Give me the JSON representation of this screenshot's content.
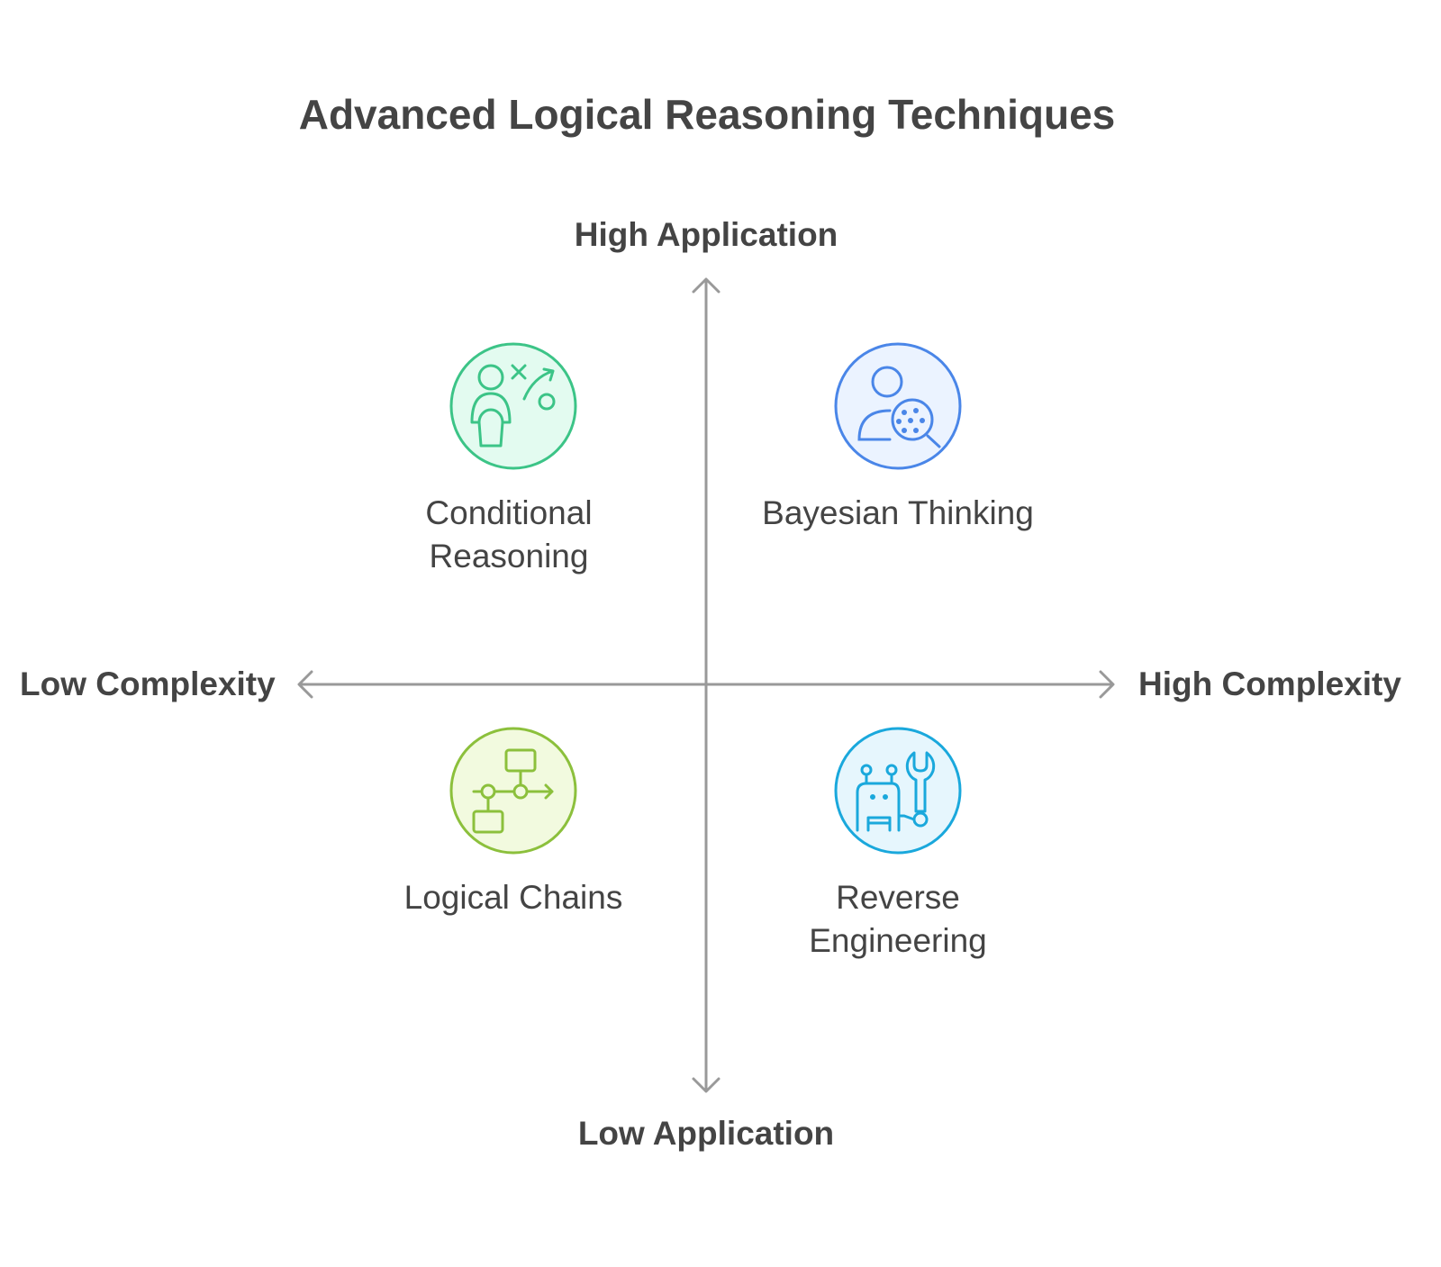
{
  "title": "Advanced Logical Reasoning Techniques",
  "axes": {
    "top": "High Application",
    "bottom": "Low Application",
    "left": "Low Complexity",
    "right": "High Complexity"
  },
  "quadrants": [
    {
      "label_lines": [
        "Conditional",
        "Reasoning"
      ],
      "icon": "strategy-icon",
      "stroke": "#3CC487",
      "fill": "#E3FBF0"
    },
    {
      "label_lines": [
        "Bayesian Thinking"
      ],
      "icon": "user-search-icon",
      "stroke": "#4A86E8",
      "fill": "#EBF3FF"
    },
    {
      "label_lines": [
        "Logical Chains"
      ],
      "icon": "flowchart-icon",
      "stroke": "#8CC03C",
      "fill": "#F2FADF"
    },
    {
      "label_lines": [
        "Reverse",
        "Engineering"
      ],
      "icon": "robot-wrench-icon",
      "stroke": "#1AA8DC",
      "fill": "#E6F6FD"
    }
  ],
  "axis_color": "#999999"
}
